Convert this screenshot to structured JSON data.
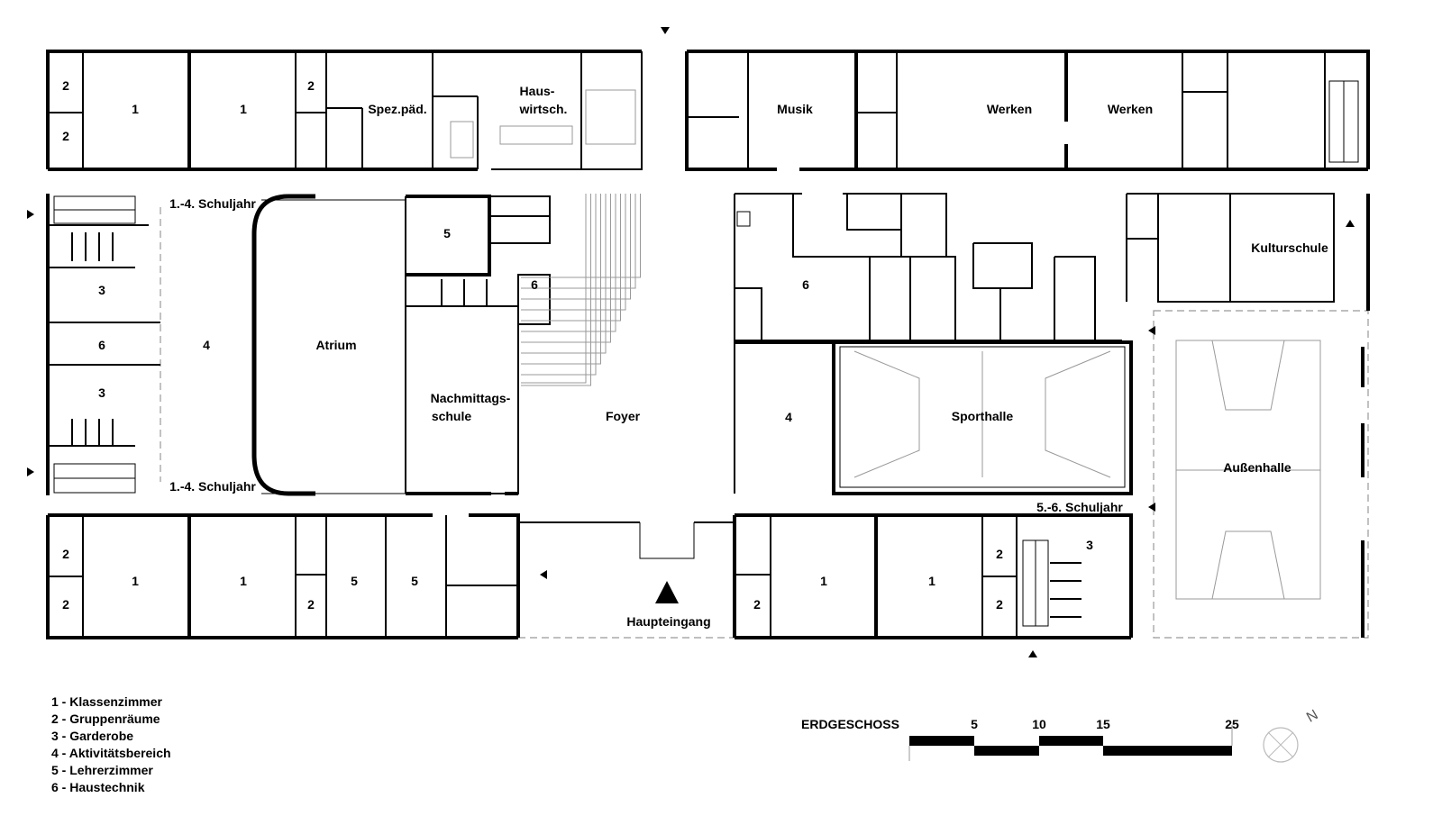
{
  "plan": {
    "title": "ERDGESCHOSS",
    "rooms": {
      "klassen": "1",
      "gruppen": "2",
      "garderobe": "3",
      "aktiv": "4",
      "lehrer": "5",
      "haustechnik": "6",
      "spez": "Spez.päd.",
      "haus1": "Haus-",
      "haus2": "wirtsch.",
      "musik": "Musik",
      "werken": "Werken",
      "schul14": "1.-4. Schuljahr",
      "schul56": "5.-6. Schuljahr",
      "atrium": "Atrium",
      "nach1": "Nachmittags-",
      "nach2": "schule",
      "foyer": "Foyer",
      "sporthalle": "Sporthalle",
      "kultur": "Kulturschule",
      "aussen": "Außenhalle",
      "haupt": "Haupteingang"
    },
    "legend": [
      "1 - Klassenzimmer",
      "2 - Gruppenräume",
      "3 - Garderobe",
      "4 - Aktivitätsbereich",
      "5 - Lehrerzimmer",
      "6 - Haustechnik"
    ],
    "scale": {
      "ticks": [
        "5",
        "10",
        "15",
        "25"
      ]
    },
    "north": "N"
  }
}
